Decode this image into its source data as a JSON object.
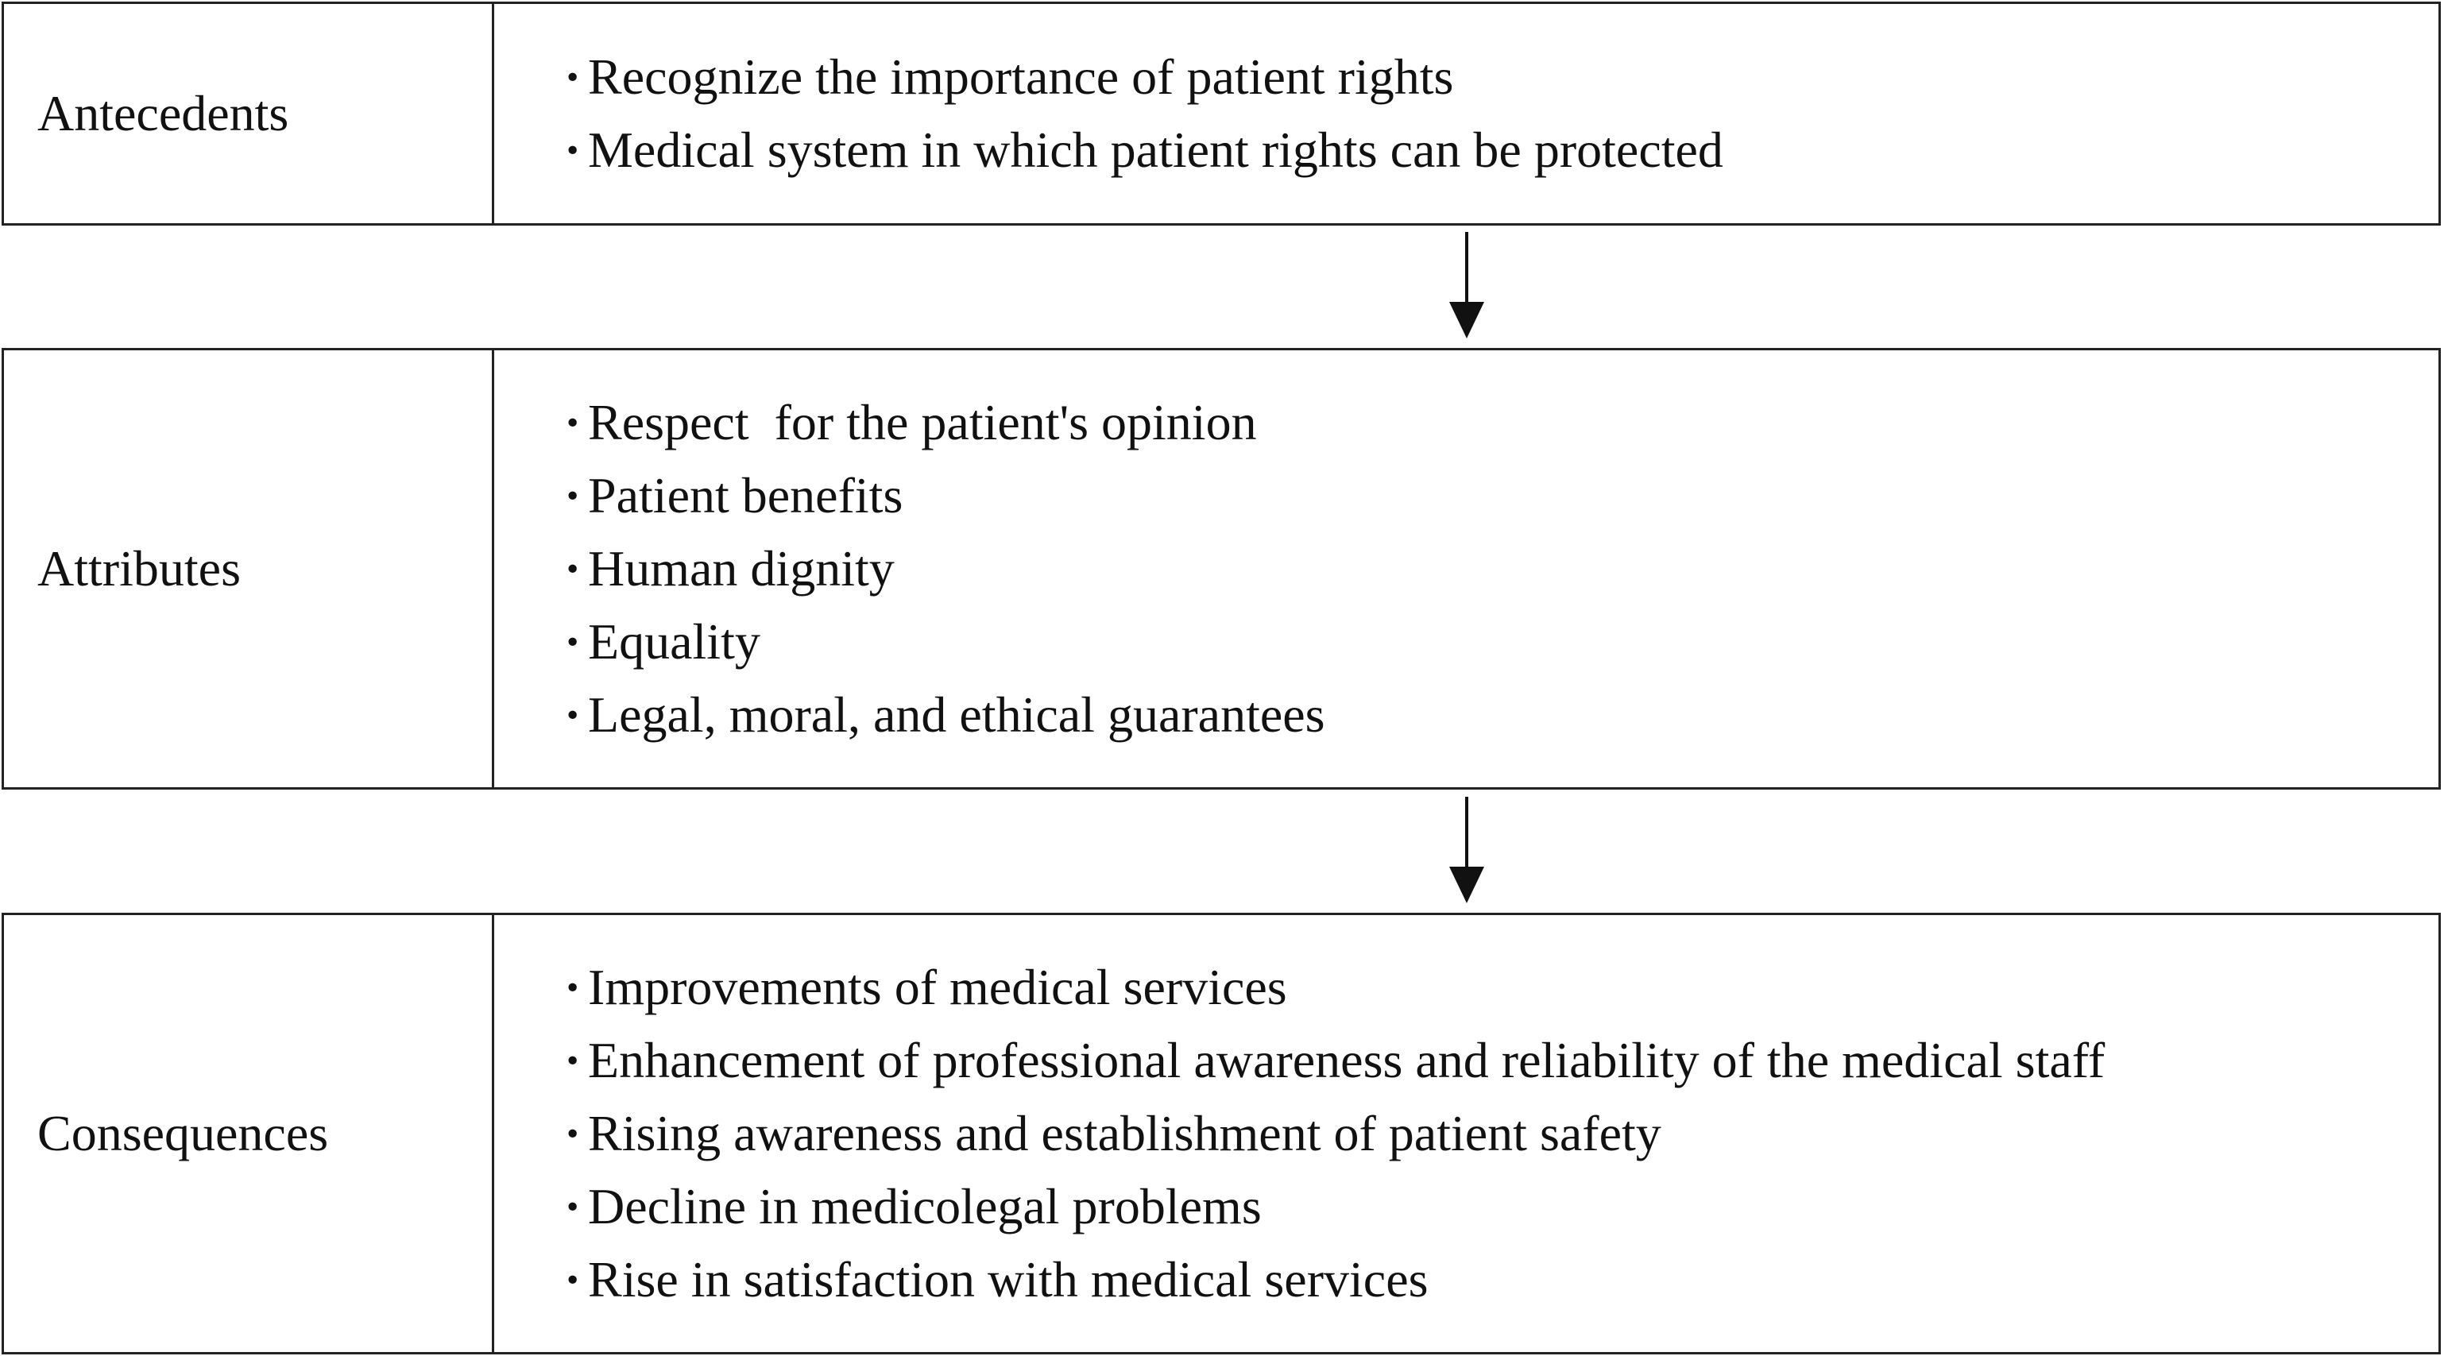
{
  "diagram": {
    "bullet": "·",
    "antecedents": {
      "label": "Antecedents",
      "items": [
        "Recognize the importance of patient rights",
        "Medical system in which patient rights can be protected"
      ]
    },
    "attributes": {
      "label": "Attributes",
      "items": [
        "Respect  for the patient's opinion",
        "Patient benefits",
        "Human dignity",
        "Equality",
        "Legal, moral, and ethical guarantees"
      ]
    },
    "consequences": {
      "label": "Consequences",
      "items": [
        "Improvements of medical services",
        "Enhancement of professional awareness and reliability of the medical staff",
        "Rising awareness and establishment of patient safety",
        "Decline in medicolegal problems",
        "Rise in satisfaction with medical services"
      ]
    },
    "colors": {
      "border": "#222222",
      "text": "#111111",
      "background": "#ffffff"
    }
  }
}
